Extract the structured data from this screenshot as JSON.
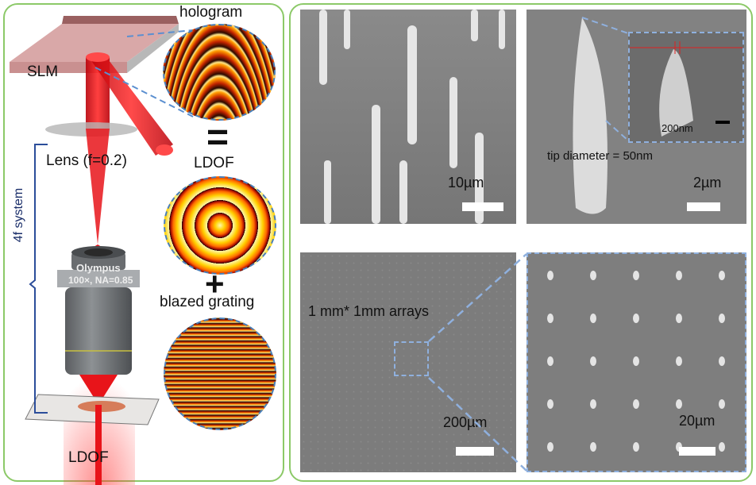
{
  "left_panel": {
    "hologram_label": "hologram",
    "slm_label": "SLM",
    "lens_label": "Lens (f=0.2)",
    "system_label": "4f system",
    "objective_brand": "Olympus",
    "objective_spec": "100×, NA=0.85",
    "output_label": "LDOF",
    "equals_sign": "=",
    "ldof_label": "LDOF",
    "plus_sign": "+",
    "grating_label": "blazed grating"
  },
  "right_panel": {
    "sem_pillars": {
      "scale_label": "10µm"
    },
    "sem_single_tip": {
      "scale_label": "2µm",
      "caption": "tip diameter = 50nm",
      "inset_scale_label": "200nm"
    },
    "sem_array_overview": {
      "scale_label": "200µm",
      "caption": "1 mm* 1mm arrays"
    },
    "sem_array_zoom": {
      "scale_label": "20µm"
    }
  },
  "colors": {
    "panel_border": "#8cc968",
    "dash": "#8fb0de",
    "beam": "#e8141a"
  }
}
